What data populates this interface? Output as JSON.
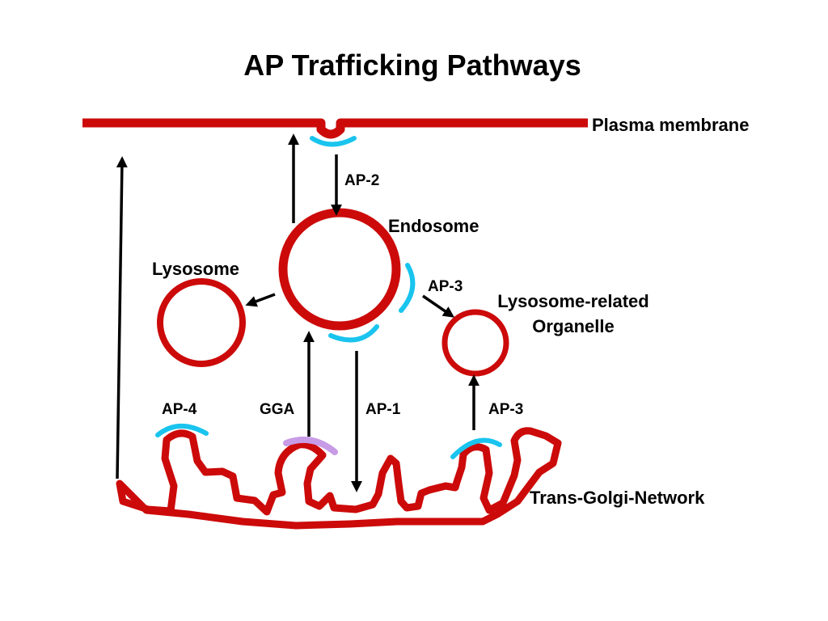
{
  "title": "AP Trafficking Pathways",
  "labels": {
    "plasma_membrane": "Plasma membrane",
    "endosome": "Endosome",
    "lysosome": "Lysosome",
    "lro_line1": "Lysosome-related",
    "lro_line2": "Organelle",
    "tgn": "Trans-Golgi-Network",
    "ap2": "AP-2",
    "ap3_endosome": "AP-3",
    "ap4": "AP-4",
    "gga": "GGA",
    "ap1": "AP-1",
    "ap3_tgn": "AP-3"
  },
  "colors": {
    "membrane": "#cc0a0a",
    "ap_coat": "#19c4ee",
    "gga_coat": "#c79be6",
    "arrow": "#000000",
    "text": "#000000",
    "background": "#ffffff"
  }
}
